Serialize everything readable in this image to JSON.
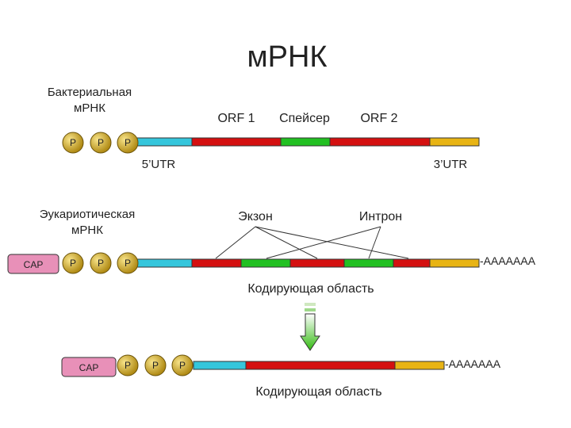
{
  "title": "мРНК",
  "colors": {
    "utr5": "#35c6dc",
    "coding": "#d41010",
    "exon": "#d41010",
    "intron": "#22c022",
    "spacer": "#22c022",
    "utr3": "#e8b414",
    "phosphate": "#c8a020",
    "cap": "#e890b8",
    "arrow": "#44cc22"
  },
  "bacterial": {
    "label_line1": "Бактериальная",
    "label_line2": "мРНК",
    "orf1": "ORF 1",
    "spacer": "Спейсер",
    "orf2": "ORF 2",
    "utr5": "5’UTR",
    "utr3": "3’UTR",
    "phosphates": [
      "P",
      "P",
      "P"
    ]
  },
  "eukaryotic": {
    "label_line1": "Эукариотическая",
    "label_line2": "мРНК",
    "exon": "Экзон",
    "intron": "Интрон",
    "cap": "CAP",
    "phosphates": [
      "P",
      "P",
      "P"
    ],
    "polyA": "-AAAAAAA",
    "coding_region": "Кодирующая область"
  },
  "mature": {
    "cap": "CAP",
    "phosphates": [
      "P",
      "P",
      "P"
    ],
    "polyA": "-AAAAAAA",
    "coding_region": "Кодирующая область"
  }
}
